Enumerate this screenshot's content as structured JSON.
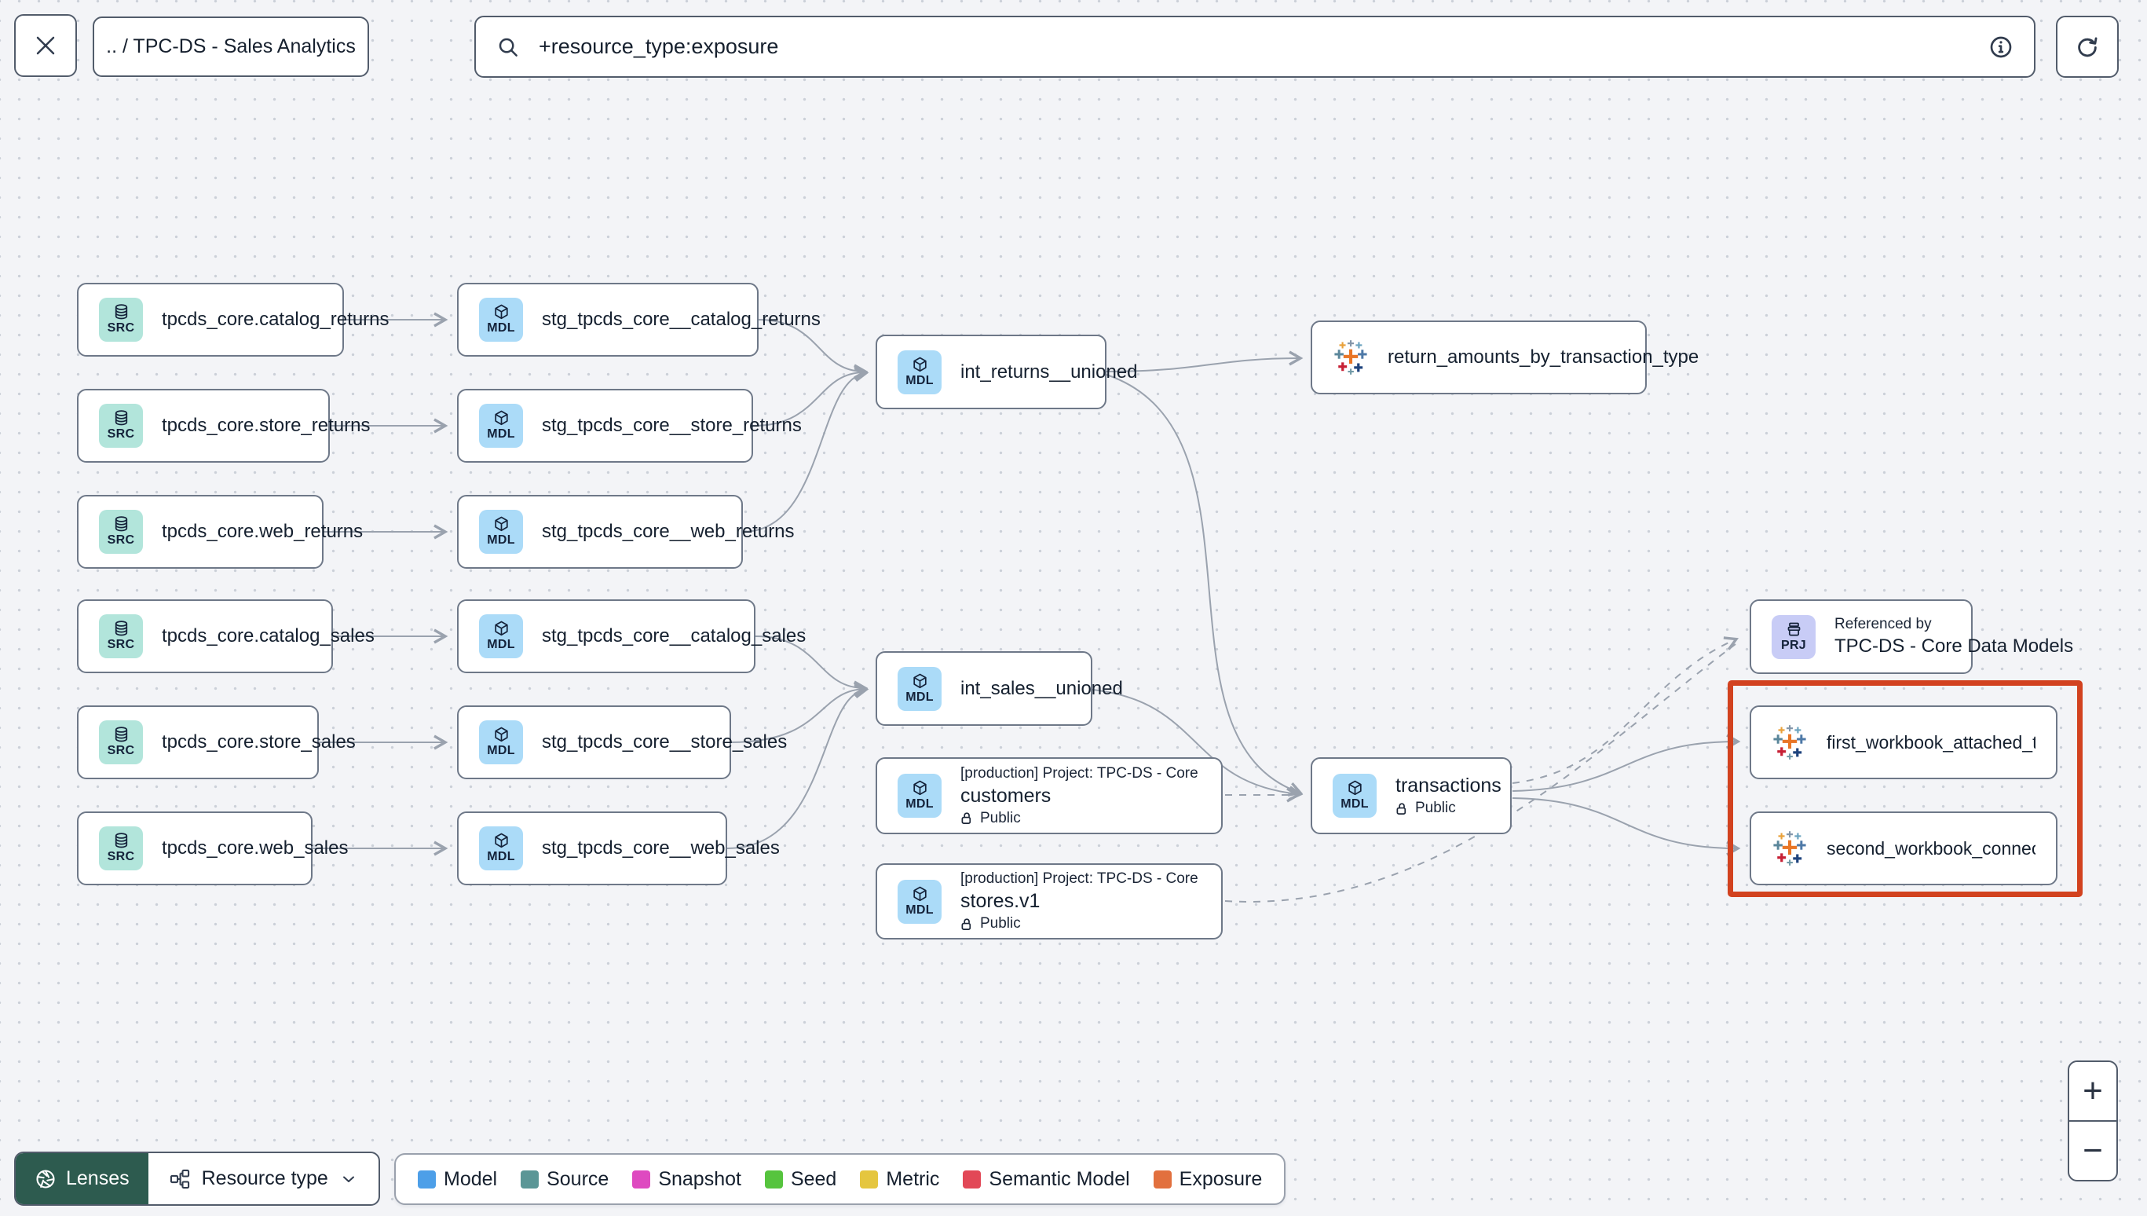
{
  "toolbar": {
    "breadcrumb": ".. / TPC-DS - Sales Analytics",
    "search_value": "+resource_type:exposure"
  },
  "graph": {
    "sources": [
      {
        "badge": "SRC",
        "label": "tpcds_core.catalog_returns"
      },
      {
        "badge": "SRC",
        "label": "tpcds_core.store_returns"
      },
      {
        "badge": "SRC",
        "label": "tpcds_core.web_returns"
      },
      {
        "badge": "SRC",
        "label": "tpcds_core.catalog_sales"
      },
      {
        "badge": "SRC",
        "label": "tpcds_core.store_sales"
      },
      {
        "badge": "SRC",
        "label": "tpcds_core.web_sales"
      }
    ],
    "staging": [
      {
        "badge": "MDL",
        "label": "stg_tpcds_core__catalog_returns"
      },
      {
        "badge": "MDL",
        "label": "stg_tpcds_core__store_returns"
      },
      {
        "badge": "MDL",
        "label": "stg_tpcds_core__web_returns"
      },
      {
        "badge": "MDL",
        "label": "stg_tpcds_core__catalog_sales"
      },
      {
        "badge": "MDL",
        "label": "stg_tpcds_core__store_sales"
      },
      {
        "badge": "MDL",
        "label": "stg_tpcds_core__web_sales"
      }
    ],
    "int_models": [
      {
        "badge": "MDL",
        "label": "int_returns__unioned"
      },
      {
        "badge": "MDL",
        "label": "int_sales__unioned"
      }
    ],
    "project_models": [
      {
        "badge": "MDL",
        "header": "[production] Project: TPC-DS - Core Data Mo…",
        "label": "customers",
        "visibility": "Public"
      },
      {
        "badge": "MDL",
        "header": "[production] Project: TPC-DS - Core Data Mo…",
        "label": "stores.v1",
        "visibility": "Public"
      }
    ],
    "transactions": {
      "badge": "MDL",
      "label": "transactions",
      "visibility": "Public"
    },
    "exposures": [
      {
        "label": "return_amounts_by_transaction_type"
      },
      {
        "label": "first_workbook_attached_to_tpc-ds_-_…"
      },
      {
        "label": "second_workbook_connected_to_live…"
      }
    ],
    "referenced_by": {
      "badge": "PRJ",
      "title": "Referenced by",
      "label": "TPC-DS - Core Data Models"
    }
  },
  "legend": {
    "items": [
      {
        "label": "Model",
        "color": "#4D9FE8"
      },
      {
        "label": "Source",
        "color": "#5B9696"
      },
      {
        "label": "Snapshot",
        "color": "#DE4AC0"
      },
      {
        "label": "Seed",
        "color": "#56C43E"
      },
      {
        "label": "Metric",
        "color": "#E5C63F"
      },
      {
        "label": "Semantic Model",
        "color": "#E24857"
      },
      {
        "label": "Exposure",
        "color": "#E2703E"
      }
    ]
  },
  "controls": {
    "lenses_label": "Lenses",
    "resource_type_label": "Resource type",
    "zoom_in": "+",
    "zoom_out": "−"
  },
  "colors": {
    "highlight_box": "#D2421F",
    "edge": "#9AA2AE",
    "badge_src_bg": "#B2E5DB",
    "badge_mdl_bg": "#ABDBF8",
    "badge_prj_bg": "#C8CCF6",
    "lenses_bg": "#2D5B4F"
  }
}
